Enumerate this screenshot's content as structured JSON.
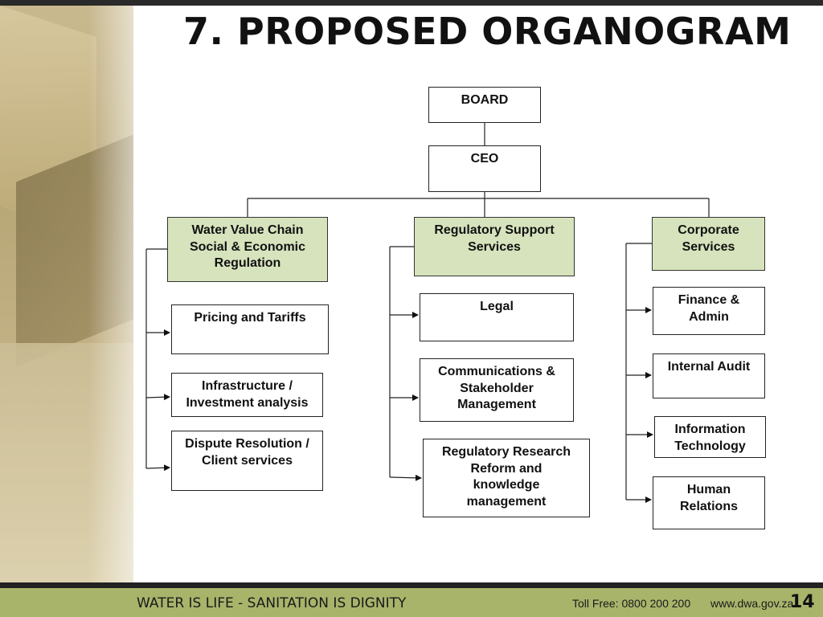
{
  "slide": {
    "title": "7. PROPOSED ORGANOGRAM",
    "page_number": "14"
  },
  "footer": {
    "motto": "WATER IS LIFE - SANITATION IS DIGNITY",
    "toll_free": "Toll Free: 0800 200 200",
    "website": "www.dwa.gov.za"
  },
  "org": {
    "board": "BOARD",
    "ceo": "CEO",
    "divisions": [
      {
        "name": "Water Value Chain\nSocial & Economic\nRegulation",
        "units": [
          "Pricing and Tariffs",
          "Infrastructure /\nInvestment analysis",
          "Dispute Resolution /\nClient services"
        ]
      },
      {
        "name": "Regulatory Support\nServices",
        "units": [
          "Legal",
          "Communications &\nStakeholder\nManagement",
          "Regulatory Research\nReform and\nknowledge\nmanagement"
        ]
      },
      {
        "name": "Corporate\nServices",
        "units": [
          "Finance &\nAdmin",
          "Internal Audit",
          "Information\nTechnology",
          "Human\nRelations"
        ]
      }
    ]
  }
}
